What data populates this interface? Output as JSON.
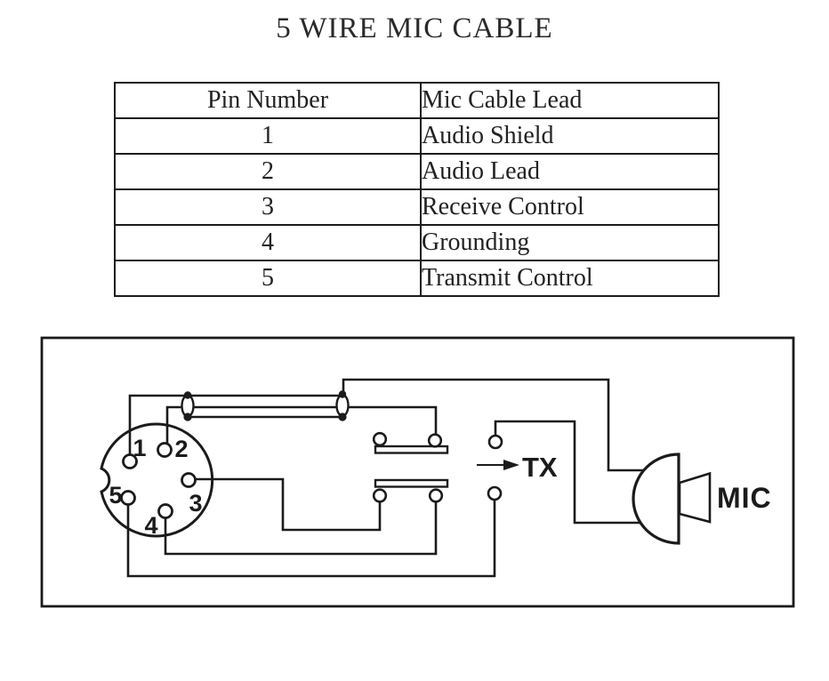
{
  "title": "5 WIRE MIC CABLE",
  "table": {
    "headers": [
      "Pin Number",
      "Mic Cable Lead"
    ],
    "rows": [
      {
        "pin": "1",
        "lead": "Audio Shield"
      },
      {
        "pin": "2",
        "lead": "Audio Lead"
      },
      {
        "pin": "3",
        "lead": "Receive Control"
      },
      {
        "pin": "4",
        "lead": "Grounding"
      },
      {
        "pin": "5",
        "lead": "Transmit Control"
      }
    ]
  },
  "diagram": {
    "pins": [
      "1",
      "2",
      "3",
      "4",
      "5"
    ],
    "tx_label": "TX",
    "mic_label": "MIC"
  },
  "colors": {
    "ink": "#1b1b1b",
    "paper": "#ffffff"
  }
}
